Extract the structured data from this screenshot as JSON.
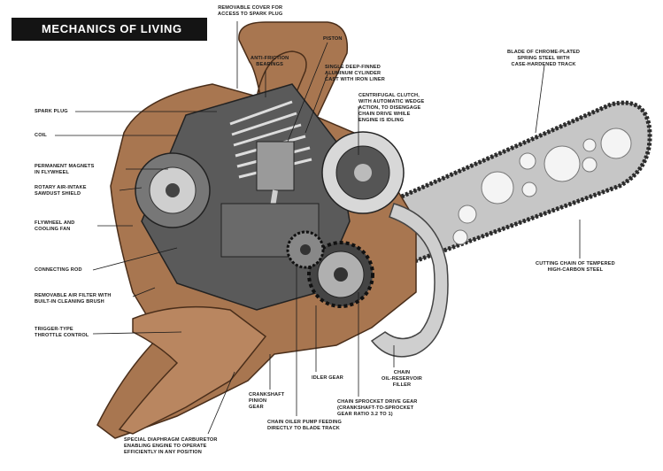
{
  "title": "MECHANICS OF LIVING",
  "labels": {
    "removable_cover": "REMOVABLE COVER FOR\nACCESS TO SPARK PLUG",
    "piston": "PISTON",
    "anti_friction": "ANTI-FRICTION\nBEARINGS",
    "cylinder": "SINGLE DEEP-FINNED\nALUMINUM CYLINDER\nCAST WITH IRON LINER",
    "clutch": "CENTRIFUGAL CLUTCH,\nWITH AUTOMATIC WEDGE\nACTION, TO DISENGAGE\nCHAIN DRIVE WHILE\nENGINE IS IDLING",
    "blade": "BLADE OF CHROME-PLATED\nSPRING STEEL WITH\nCASE-HARDENED TRACK",
    "spark_plug": "SPARK PLUG",
    "coil": "COIL",
    "magnets": "PERMANENT MAGNETS\nIN FLYWHEEL",
    "sawdust_shield": "ROTARY AIR-INTAKE\nSAWDUST SHIELD",
    "flywheel": "FLYWHEEL AND\nCOOLING FAN",
    "connecting_rod": "CONNECTING ROD",
    "air_filter": "REMOVABLE AIR FILTER WITH\nBUILT-IN CLEANING BRUSH",
    "trigger": "TRIGGER-TYPE\nTHROTTLE CONTROL",
    "cutting_chain": "CUTTING CHAIN OF TEMPERED\nHIGH-CARBON STEEL",
    "oil_reservoir": "CHAIN\nOIL-RESERVOIR\nFILLER",
    "idler_gear": "IDLER GEAR",
    "sprocket_gear": "CHAIN SPROCKET DRIVE GEAR\n(CRANKSHAFT-TO-SPROCKET\nGEAR RATIO 3.2 TO 1)",
    "pinion_gear": "CRANKSHAFT\nPINION\nGEAR",
    "carburetor": "SPECIAL DIAPHRAGM CARBURETOR\nENABLING ENGINE TO OPERATE\nEFFICIENTLY IN ANY POSITION",
    "oiler_pump": "CHAIN OILER PUMP FEEDING\nDIRECTLY TO BLADE TRACK"
  },
  "colors": {
    "body": "#a87650",
    "body_dark": "#7a4e30",
    "engine": "#5a5a5a",
    "blade": "#c6c6c6",
    "ink": "#1a1a1a"
  }
}
